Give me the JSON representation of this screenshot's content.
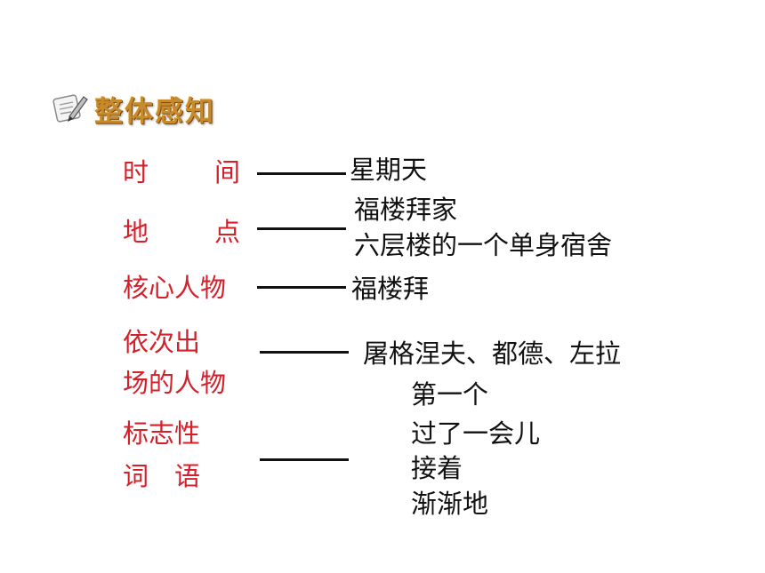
{
  "header": {
    "title": "整体感知",
    "icon": "pencil-paper-icon"
  },
  "colors": {
    "label": "#d4202a",
    "text": "#111111",
    "title": "#c98a2b"
  },
  "rows": {
    "time": {
      "label_chars": [
        "时",
        "间"
      ],
      "values": [
        "星期天"
      ]
    },
    "place": {
      "label_chars": [
        "地",
        "点"
      ],
      "values": [
        "福楼拜家",
        "六层楼的一个单身宿舍"
      ]
    },
    "core": {
      "label": "核心人物",
      "values": [
        "福楼拜"
      ]
    },
    "appear": {
      "label_lines": [
        "依次出",
        "场的人物"
      ],
      "values": [
        "屠格涅夫、都德、左拉"
      ]
    },
    "marker": {
      "label_lines": [
        "标志性",
        "词　语"
      ],
      "values": [
        "第一个",
        "过了一会儿",
        "接着",
        "渐渐地"
      ]
    }
  }
}
